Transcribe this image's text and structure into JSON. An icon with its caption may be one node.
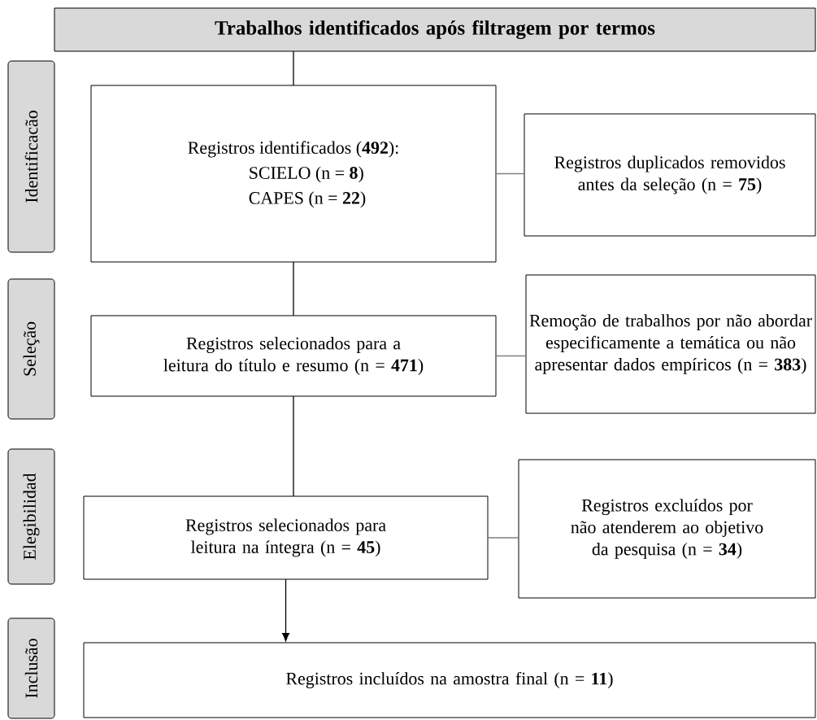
{
  "diagram": {
    "nodes": [
      {
        "text": [
          "Trabalhos identificados após filtragem por termos"
        ]
      },
      {
        "text": [
          "Identificacão"
        ]
      },
      {
        "text": [
          "Registros identificados (**492**):",
          "SCIELO (n = **8**)",
          "CAPES (n = **22**)"
        ]
      },
      {
        "text": [
          "Registros duplicados removidos antes da seleção (n = **75**)"
        ]
      },
      {
        "text": [
          "Seleção"
        ]
      },
      {
        "text": [
          "Registros selecionados para a leitura do título e resumo (n = **471**)"
        ]
      },
      {
        "text": [
          "Remoção de trabalhos por não abordar especificamente a temática ou não apresentar dados empíricos  (n = **383**)"
        ]
      },
      {
        "text": [
          "Elegibilidad"
        ]
      },
      {
        "text": [
          "Registros selecionados para leitura na íntegra (n = **45**)"
        ]
      },
      {
        "text": [
          "Registros excluídos por não atenderem ao objetivo da pesquisa (n = **34**)"
        ]
      },
      {
        "text": [
          "Inclusão"
        ]
      },
      {
        "text": [
          "Registros incluídos na amostra final (n = **11**)"
        ]
      }
    ],
    "edges": [
      {
        "from": 0,
        "to": 2,
        "arrow": "none"
      },
      {
        "from": 2,
        "to": 3,
        "arrow": "none",
        "color": "#7f7f7f"
      },
      {
        "from": 2,
        "to": 5,
        "arrow": "none"
      },
      {
        "from": 5,
        "to": 6,
        "arrow": "none",
        "color": "#7f7f7f"
      },
      {
        "from": 5,
        "to": 8,
        "arrow": "none"
      },
      {
        "from": 8,
        "to": 9,
        "arrow": "none",
        "color": "#7f7f7f"
      },
      {
        "from": 8,
        "to": 11,
        "arrow": "to"
      }
    ]
  }
}
